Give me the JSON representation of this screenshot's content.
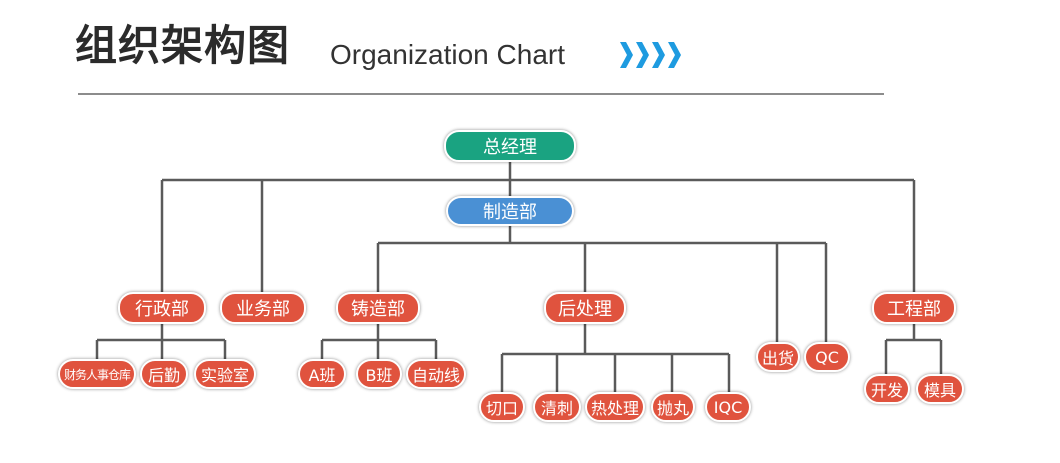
{
  "header": {
    "title_cn": "组织架构图",
    "title_en": "Organization Chart",
    "chevron_color": "#1e9be0"
  },
  "colors": {
    "line": "#5a5a5a",
    "root": "#1aa381",
    "mid": "#4a90d4",
    "dept": "#e0533e"
  },
  "org": {
    "general_manager": "总经理",
    "manufacturing": "制造部",
    "admin": "行政部",
    "sales": "业务部",
    "casting": "铸造部",
    "post_processing": "后处理",
    "shipping": "出货",
    "qc": "QC",
    "engineering": "工程部",
    "admin_children": [
      "财务人事仓库",
      "后勤",
      "实验室"
    ],
    "casting_children": [
      "A班",
      "B班",
      "自动线"
    ],
    "post_children": [
      "切口",
      "清刺",
      "热处理",
      "抛丸",
      "IQC"
    ],
    "engineering_children": [
      "开发",
      "模具"
    ]
  }
}
